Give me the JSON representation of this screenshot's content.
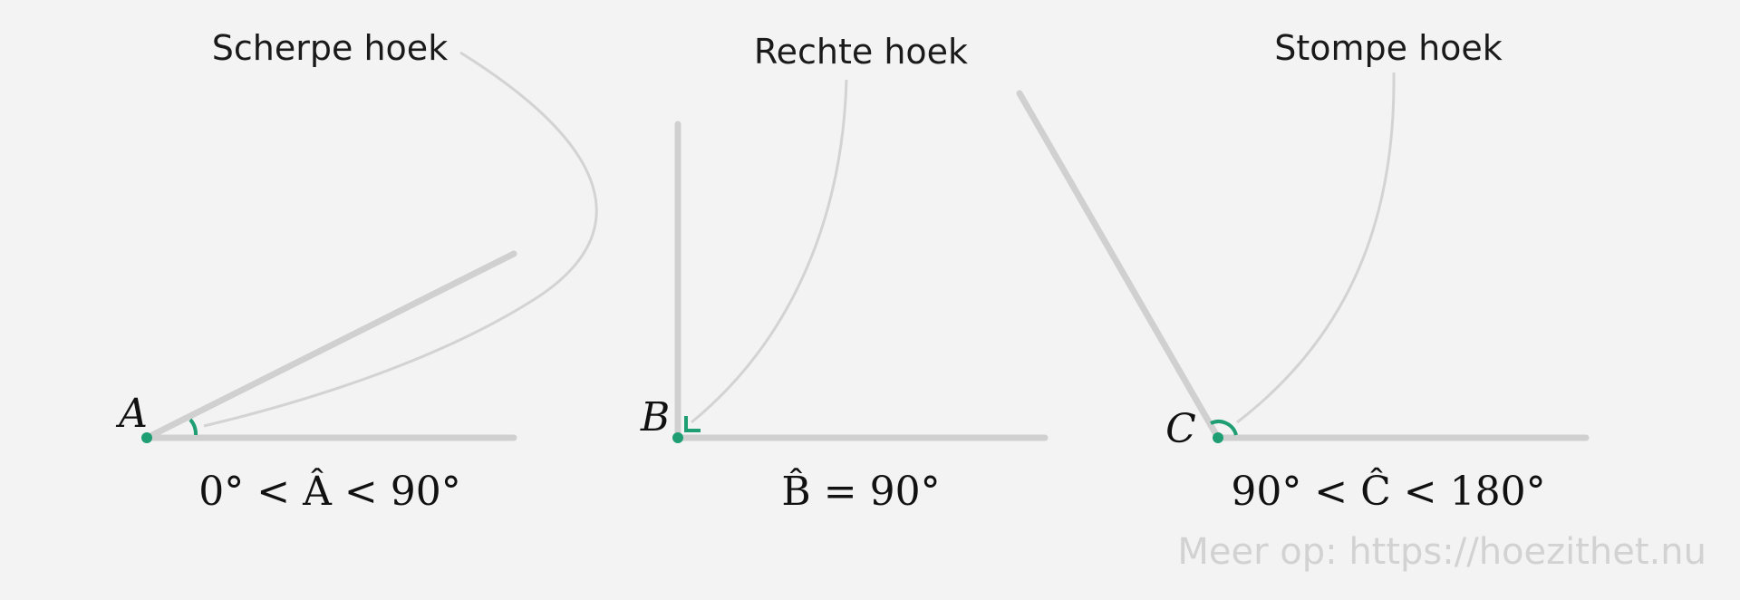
{
  "colors": {
    "background": "#f3f3f3",
    "ray": "#d0d0d0",
    "accent": "#1e9e72",
    "text": "#1a1a1a",
    "watermark": "#d2d2d2"
  },
  "angles": [
    {
      "title": "Scherpe hoek",
      "vertex": "A",
      "formula": "0° < Â < 90°"
    },
    {
      "title": "Rechte hoek",
      "vertex": "B",
      "formula": "B̂ = 90°"
    },
    {
      "title": "Stompe hoek",
      "vertex": "C",
      "formula": "90° < Ĉ < 180°"
    }
  ],
  "watermark": "Meer op: https://hoezithet.nu"
}
